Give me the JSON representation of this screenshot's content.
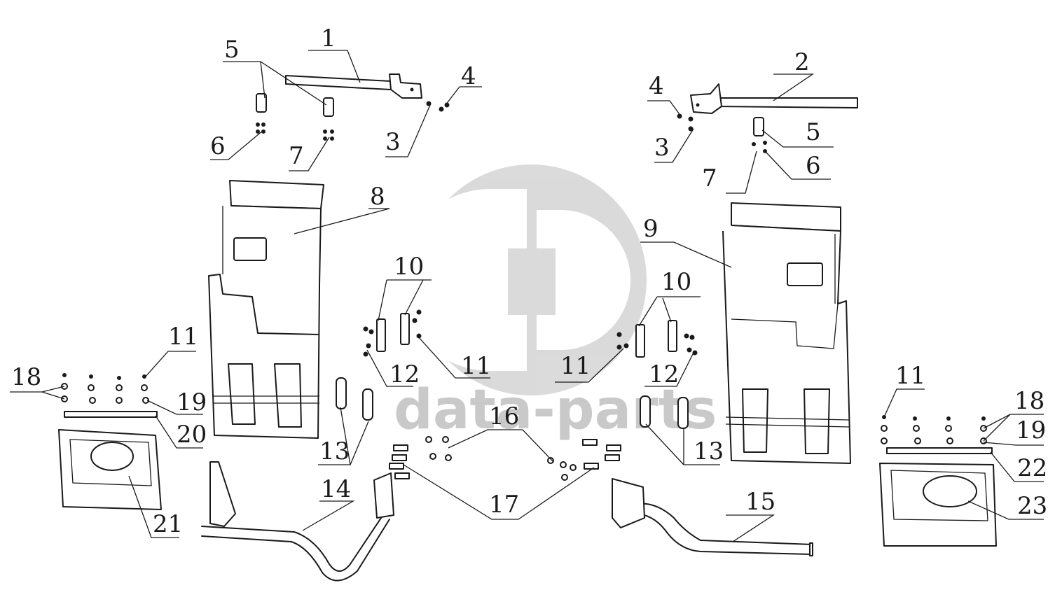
{
  "watermark": {
    "logo_name": "data-parts-logo",
    "text": "data-parts",
    "color": "#c9c9c9"
  },
  "callouts": [
    {
      "id": "c1",
      "text": "1"
    },
    {
      "id": "c2",
      "text": "2"
    },
    {
      "id": "c3a",
      "text": "3"
    },
    {
      "id": "c3b",
      "text": "3"
    },
    {
      "id": "c4a",
      "text": "4"
    },
    {
      "id": "c4b",
      "text": "4"
    },
    {
      "id": "c5a",
      "text": "5"
    },
    {
      "id": "c5b",
      "text": "5"
    },
    {
      "id": "c6a",
      "text": "6"
    },
    {
      "id": "c6b",
      "text": "6"
    },
    {
      "id": "c7a",
      "text": "7"
    },
    {
      "id": "c7b",
      "text": "7"
    },
    {
      "id": "c8",
      "text": "8"
    },
    {
      "id": "c9",
      "text": "9"
    },
    {
      "id": "c10a",
      "text": "10"
    },
    {
      "id": "c10b",
      "text": "10"
    },
    {
      "id": "c11a",
      "text": "11"
    },
    {
      "id": "c11b",
      "text": "11"
    },
    {
      "id": "c11c",
      "text": "11"
    },
    {
      "id": "c11d",
      "text": "11"
    },
    {
      "id": "c12a",
      "text": "12"
    },
    {
      "id": "c12b",
      "text": "12"
    },
    {
      "id": "c13a",
      "text": "13"
    },
    {
      "id": "c13b",
      "text": "13"
    },
    {
      "id": "c14",
      "text": "14"
    },
    {
      "id": "c15",
      "text": "15"
    },
    {
      "id": "c16",
      "text": "16"
    },
    {
      "id": "c17",
      "text": "17"
    },
    {
      "id": "c18a",
      "text": "18"
    },
    {
      "id": "c18b",
      "text": "18"
    },
    {
      "id": "c19a",
      "text": "19"
    },
    {
      "id": "c19b",
      "text": "19"
    },
    {
      "id": "c20",
      "text": "20"
    },
    {
      "id": "c21",
      "text": "21"
    },
    {
      "id": "c22",
      "text": "22"
    },
    {
      "id": "c23",
      "text": "23"
    }
  ]
}
